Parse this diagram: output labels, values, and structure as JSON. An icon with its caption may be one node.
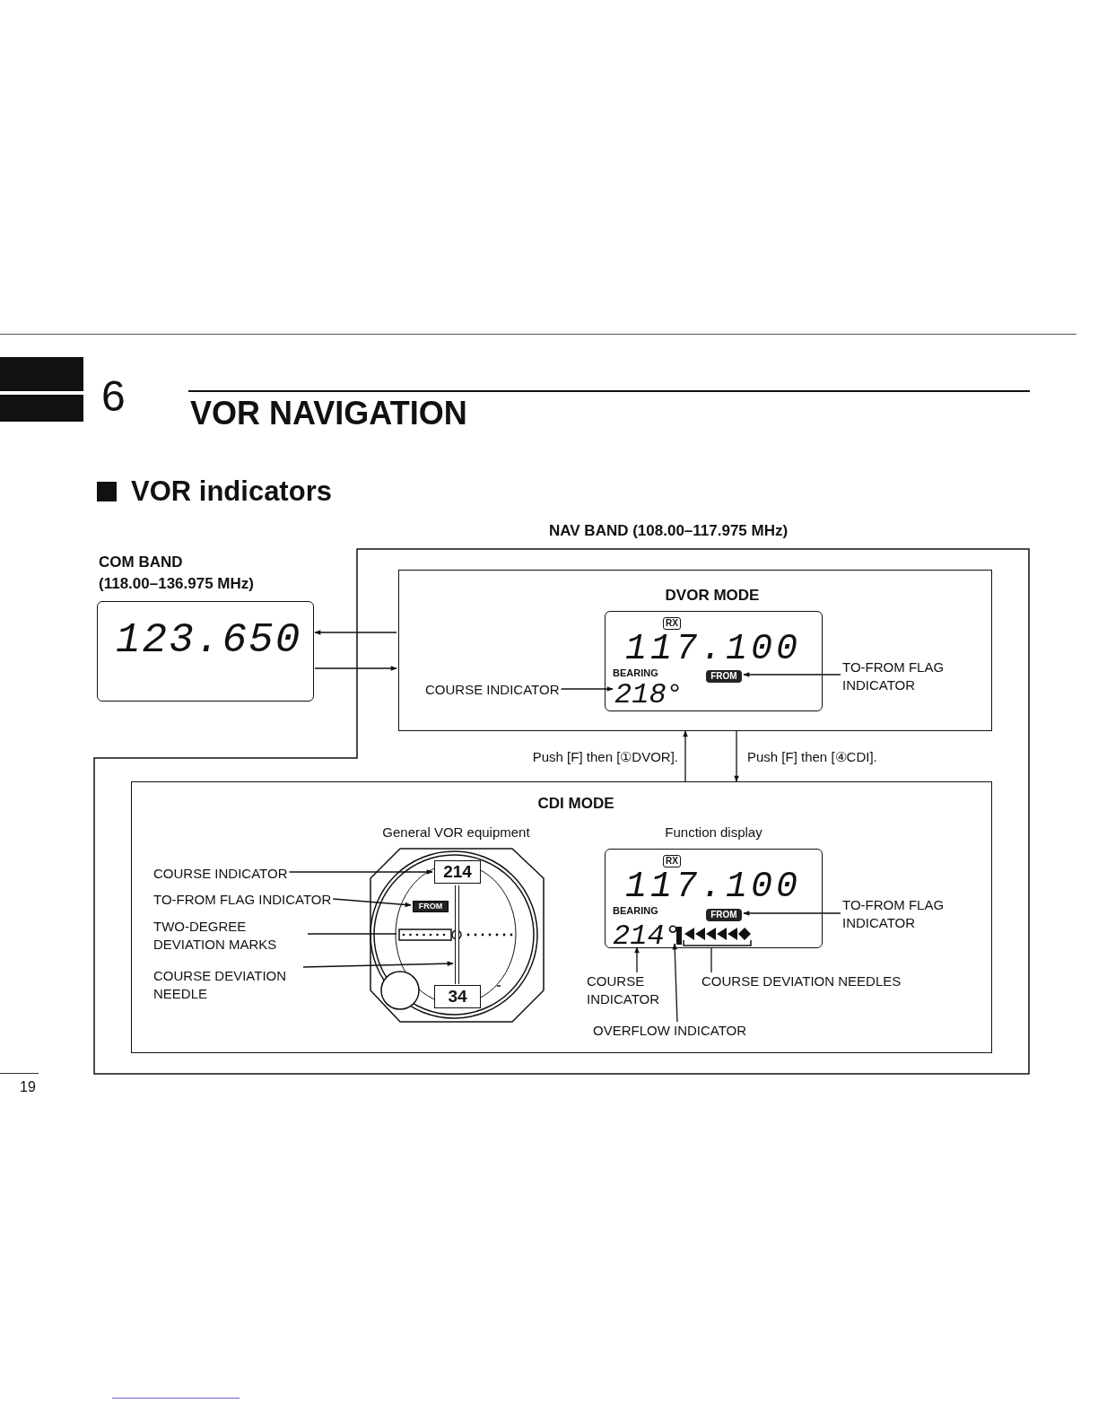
{
  "diagram": {
    "title": "VOR NAVIGATION",
    "nodes": [
      {
        "text": [
          "NAV BAND (108.00–117.975 MHz)"
        ]
      },
      {
        "text": [
          "COM BAND (118.00–136.975 MHz)",
          "123.650"
        ]
      },
      {
        "text": [
          "DVOR MODE"
        ],
        "in": 0
      },
      {
        "text": [
          "RX",
          "117.100",
          "BEARING"
        ],
        "in": 2
      },
      {
        "text": [
          "218°"
        ],
        "in": 3
      },
      {
        "text": [
          "FROM"
        ],
        "in": 3
      },
      {
        "text": [
          "COURSE INDICATOR"
        ],
        "in": 2
      },
      {
        "text": [
          "TO-FROM FLAG INDICATOR"
        ],
        "in": 2
      },
      {
        "text": [
          "CDI MODE"
        ],
        "in": 0
      },
      {
        "text": [
          "General VOR equipment"
        ],
        "in": 8
      },
      {
        "text": [
          "214"
        ],
        "in": 9
      },
      {
        "text": [
          "FROM"
        ],
        "in": 9
      },
      {
        "text": [],
        "shape": "bar",
        "in": 9
      },
      {
        "text": [],
        "shape": "bar",
        "in": 9
      },
      {
        "text": [
          "34"
        ],
        "in": 9
      },
      {
        "text": [
          "COURSE INDICATOR"
        ],
        "in": 8
      },
      {
        "text": [
          "TO-FROM FLAG INDICATOR"
        ],
        "in": 8
      },
      {
        "text": [
          "TWO-DEGREE DEVIATION MARKS"
        ],
        "in": 8
      },
      {
        "text": [
          "COURSE DEVIATION NEEDLE"
        ],
        "in": 8
      },
      {
        "text": [
          "Function display",
          "RX",
          "117.100",
          "BEARING"
        ],
        "in": 8
      },
      {
        "text": [
          "FROM"
        ],
        "in": 19
      },
      {
        "text": [
          "214°"
        ],
        "in": 19
      },
      {
        "text": [],
        "shape": "bar",
        "in": 19
      },
      {
        "text": [],
        "shape": "bar",
        "in": 19
      },
      {
        "text": [
          "TO-FROM FLAG INDICATOR"
        ],
        "in": 8
      },
      {
        "text": [
          "COURSE INDICATOR"
        ],
        "in": 8
      },
      {
        "text": [
          "COURSE DEVIATION NEEDLES"
        ],
        "in": 8
      },
      {
        "text": [
          "OVERFLOW INDICATOR"
        ],
        "in": 8
      }
    ],
    "edges": [
      {
        "from": 2,
        "to": 1,
        "arrow": "to"
      },
      {
        "from": 1,
        "to": 2,
        "arrow": "to"
      },
      {
        "from": 8,
        "to": 2,
        "arrow": "to",
        "label": "Push [F] then [①DVOR]."
      },
      {
        "from": 2,
        "to": 8,
        "arrow": "to",
        "label": "Push [F] then [④CDI]."
      },
      {
        "from": 6,
        "to": 4,
        "arrow": "to"
      },
      {
        "from": 7,
        "to": 5,
        "arrow": "to"
      },
      {
        "from": 15,
        "to": 10,
        "arrow": "to"
      },
      {
        "from": 16,
        "to": 11,
        "arrow": "to"
      },
      {
        "from": 17,
        "to": 12,
        "arrow": "none"
      },
      {
        "from": 18,
        "to": 13,
        "arrow": "to"
      },
      {
        "from": 24,
        "to": 20,
        "arrow": "to"
      },
      {
        "from": 25,
        "to": 21,
        "arrow": "to"
      },
      {
        "from": 27,
        "to": 22,
        "arrow": "to"
      },
      {
        "from": 26,
        "to": 23,
        "arrow": "none"
      }
    ],
    "labels": [
      "6",
      "VOR indicators",
      "19"
    ]
  }
}
